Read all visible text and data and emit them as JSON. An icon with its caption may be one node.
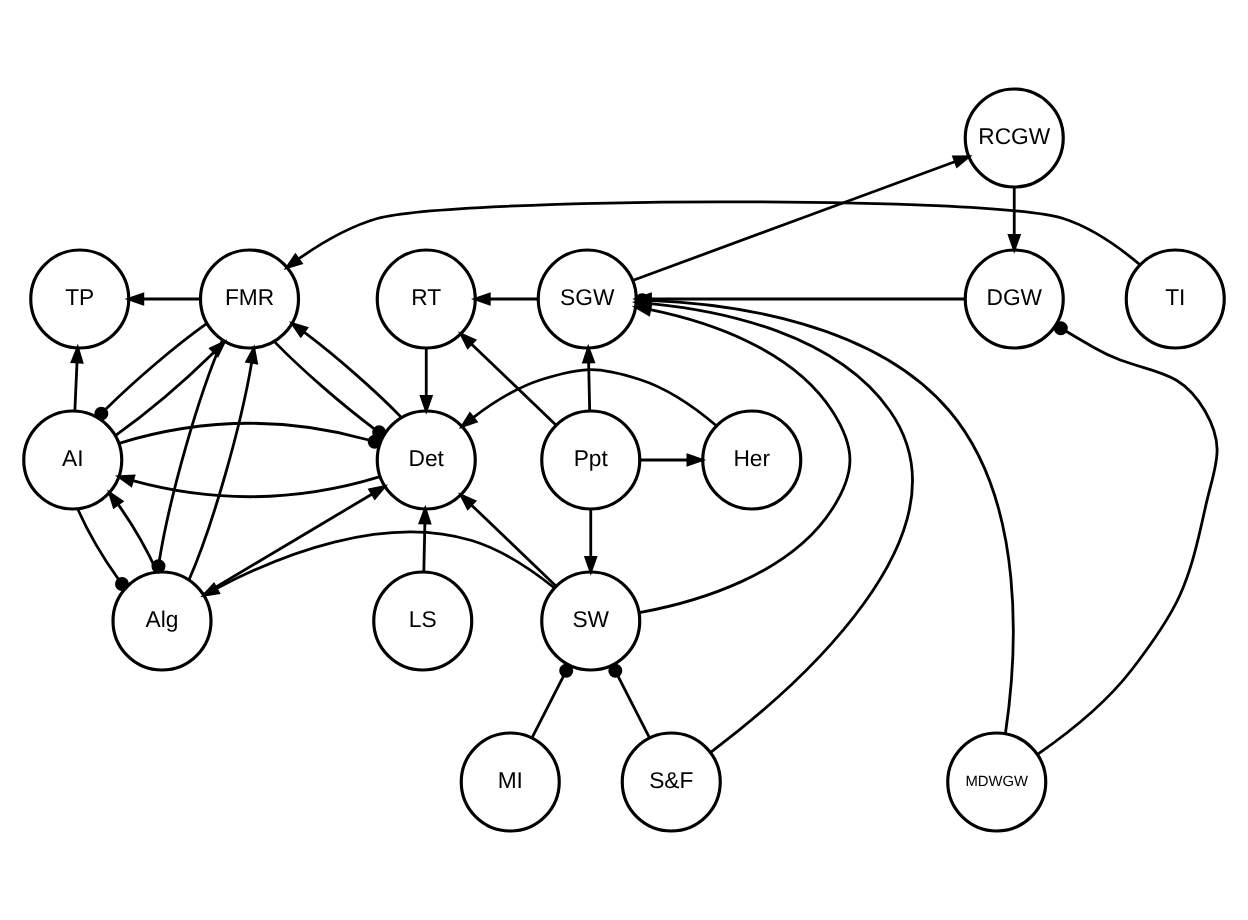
{
  "diagram": {
    "nodes": [
      {
        "text": [
          "RCGW"
        ]
      },
      {
        "text": [
          "TP"
        ]
      },
      {
        "text": [
          "FMR"
        ]
      },
      {
        "text": [
          "TI"
        ]
      },
      {
        "text": [
          "RT"
        ]
      },
      {
        "text": [
          "SGW"
        ]
      },
      {
        "text": [
          "DGW"
        ]
      },
      {
        "text": [
          "AI"
        ]
      },
      {
        "text": [
          "Det"
        ]
      },
      {
        "text": [
          "Her"
        ]
      },
      {
        "text": [
          "Ppt"
        ]
      },
      {
        "text": [
          "LS"
        ]
      },
      {
        "text": [
          "Alg"
        ]
      },
      {
        "text": [
          "SW"
        ]
      },
      {
        "text": [
          "MI"
        ]
      },
      {
        "text": [
          "S&F"
        ]
      },
      {
        "text": [
          "MDWGW"
        ]
      }
    ],
    "edges": [
      {
        "from": 2,
        "to": 1,
        "arrow": "to"
      },
      {
        "from": 3,
        "to": 2,
        "arrow": "to"
      },
      {
        "from": 7,
        "to": 1,
        "arrow": "to"
      },
      {
        "from": 7,
        "to": 2,
        "arrow": "to"
      },
      {
        "from": 2,
        "to": 7,
        "arrow": "other"
      },
      {
        "from": 12,
        "to": 2,
        "arrow": "to"
      },
      {
        "from": 2,
        "to": 12,
        "arrow": "other"
      },
      {
        "from": 8,
        "to": 2,
        "arrow": "to"
      },
      {
        "from": 2,
        "to": 8,
        "arrow": "other"
      },
      {
        "from": 8,
        "to": 7,
        "arrow": "to"
      },
      {
        "from": 7,
        "to": 8,
        "arrow": "other"
      },
      {
        "from": 12,
        "to": 7,
        "arrow": "to"
      },
      {
        "from": 7,
        "to": 12,
        "arrow": "other"
      },
      {
        "from": 12,
        "to": 8,
        "arrow": "to"
      },
      {
        "from": 4,
        "to": 8,
        "arrow": "to"
      },
      {
        "from": 9,
        "to": 8,
        "arrow": "to"
      },
      {
        "from": 11,
        "to": 8,
        "arrow": "to"
      },
      {
        "from": 13,
        "to": 8,
        "arrow": "to"
      },
      {
        "from": 13,
        "to": 12,
        "arrow": "to"
      },
      {
        "from": 10,
        "to": 4,
        "arrow": "to"
      },
      {
        "from": 10,
        "to": 9,
        "arrow": "to"
      },
      {
        "from": 10,
        "to": 5,
        "arrow": "to"
      },
      {
        "from": 10,
        "to": 13,
        "arrow": "to"
      },
      {
        "from": 5,
        "to": 4,
        "arrow": "to"
      },
      {
        "from": 5,
        "to": 0,
        "arrow": "to"
      },
      {
        "from": 0,
        "to": 6,
        "arrow": "to"
      },
      {
        "from": 6,
        "to": 5,
        "arrow": "to"
      },
      {
        "from": 13,
        "to": 5,
        "arrow": "to"
      },
      {
        "from": 15,
        "to": 5,
        "arrow": "to"
      },
      {
        "from": 16,
        "to": 5,
        "arrow": "other"
      },
      {
        "from": 16,
        "to": 6,
        "arrow": "other"
      },
      {
        "from": 14,
        "to": 13,
        "arrow": "other"
      },
      {
        "from": 15,
        "to": 13,
        "arrow": "other"
      }
    ]
  }
}
